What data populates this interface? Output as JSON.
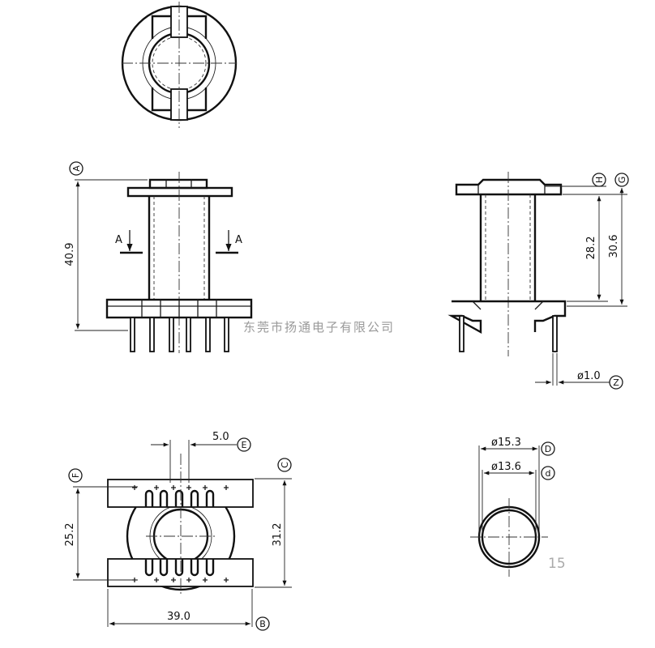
{
  "dimensions": {
    "height_total": "40.9",
    "height_28": "28.2",
    "height_30": "30.6",
    "pin_dia": "ø1.0",
    "pitch": "5.0",
    "width_25": "25.2",
    "width_31": "31.2",
    "length_39": "39.0",
    "outer_dia": "ø15.3",
    "inner_dia": "ø13.6"
  },
  "labels": {
    "A": "A",
    "B": "B",
    "C": "C",
    "D": "D",
    "d": "d",
    "E": "E",
    "F": "F",
    "G": "G",
    "H": "H",
    "Z": "Z"
  },
  "section": {
    "left": "A",
    "right": "A"
  },
  "watermark": "东莞市扬通电子有限公司",
  "page_number": "15"
}
